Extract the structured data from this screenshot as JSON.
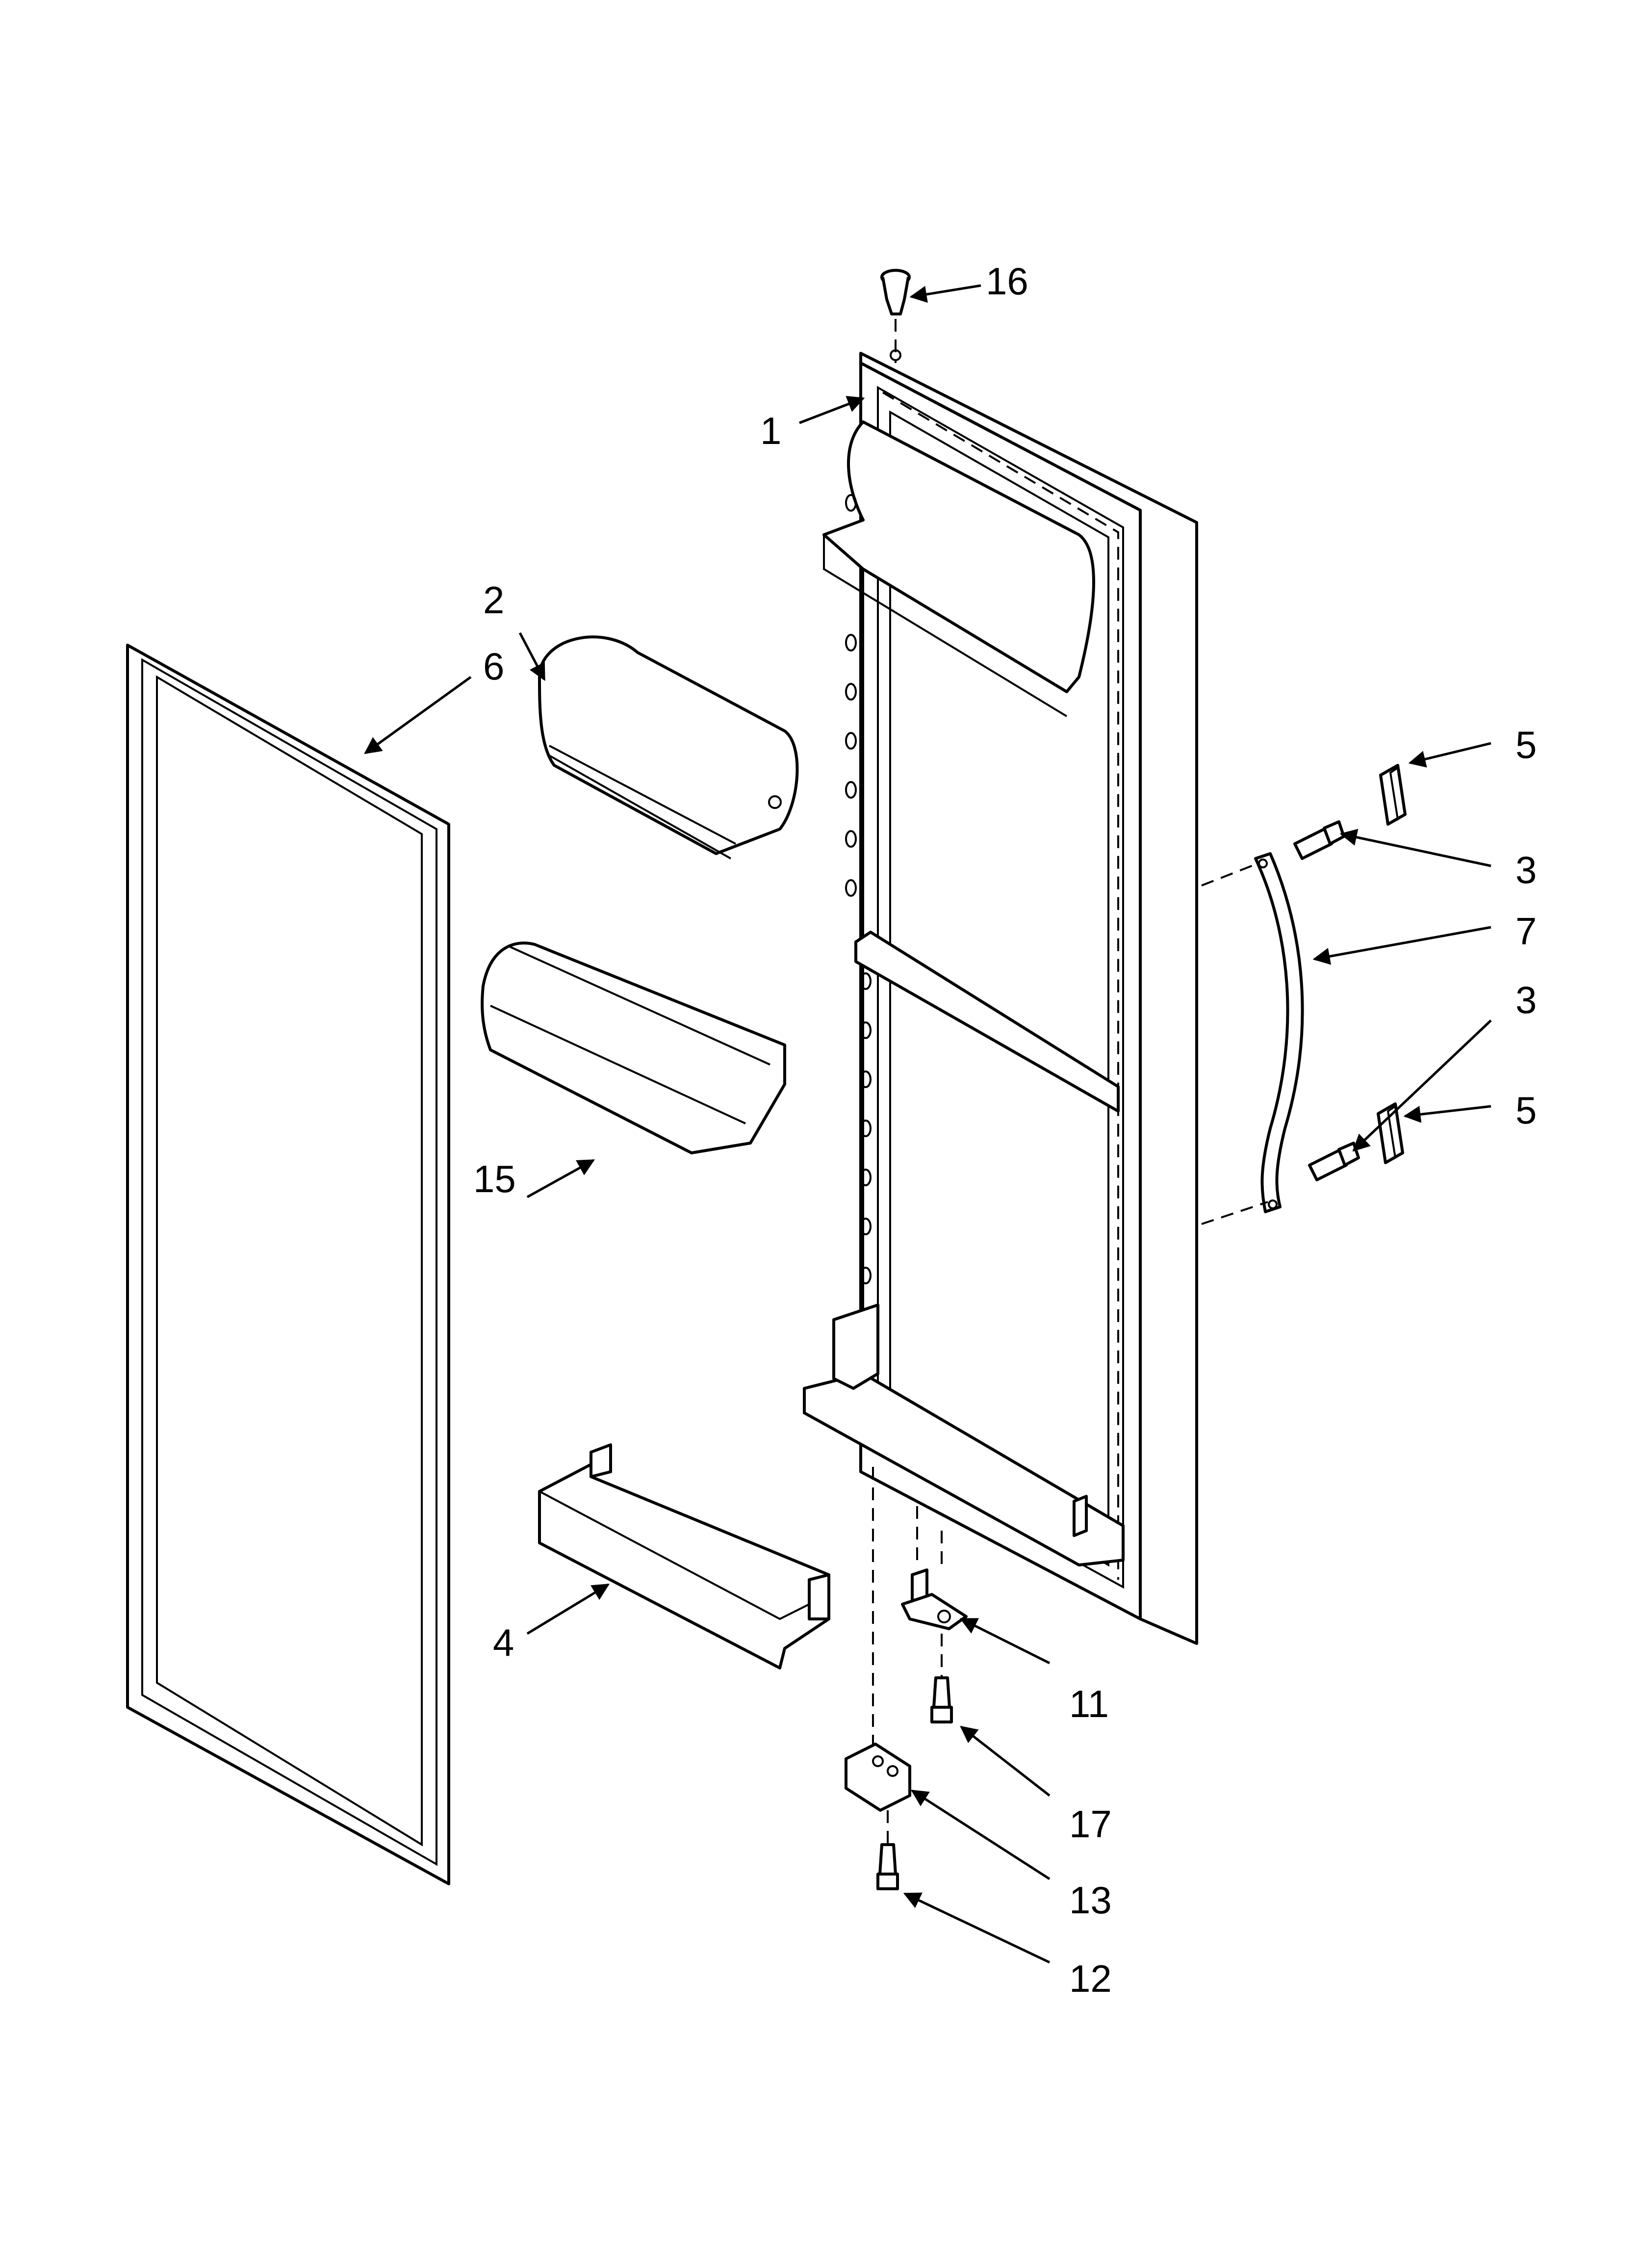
{
  "diagram": {
    "callouts": [
      "16",
      "1",
      "2",
      "6",
      "5",
      "3",
      "7",
      "3",
      "5",
      "15",
      "4",
      "11",
      "17",
      "13",
      "12"
    ],
    "line_color": "#000000",
    "background": "#ffffff"
  }
}
